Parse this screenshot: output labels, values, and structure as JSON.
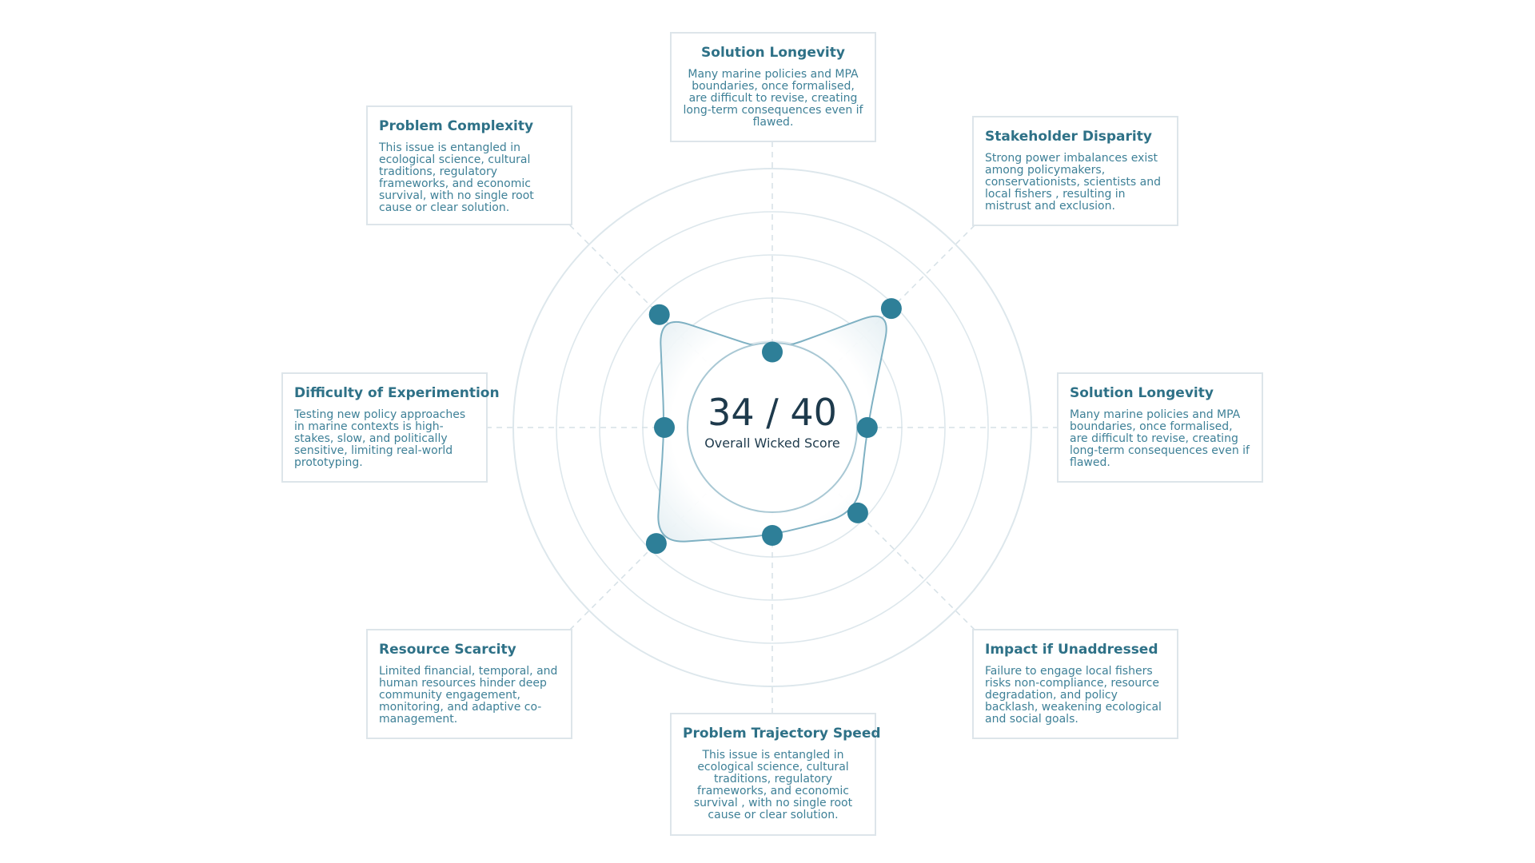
{
  "score": {
    "value": "34 / 40",
    "label": "Overall Wicked Score"
  },
  "colors": {
    "accent": "#2e7f98",
    "fill": "#c9dfe7",
    "ring": "#dde7ec",
    "title": "#2e7187",
    "text": "#3e8097",
    "score": "#1e3a4c"
  },
  "chart_data": {
    "type": "radar",
    "max": 4,
    "rings": 4,
    "grid": true,
    "axes": [
      {
        "title": "Solution Longevity",
        "text": "Many marine policies and MPA boundaries, once formalised, are difficult to revise, creating long-term consequences even if flawed.",
        "value": 1.75
      },
      {
        "title": "Stakeholder Disparity",
        "text": "Strong power imbalances exist among policymakers, conservationists, scientists and local fishers , resulting in mistrust and exclusion.",
        "value": 3.9
      },
      {
        "title": "Solution Longevity",
        "text": "Many marine policies and MPA boundaries, once formalised, are difficult to revise, creating long-term consequences even if flawed.",
        "value": 2.2
      },
      {
        "title": "Impact if Unaddressed",
        "text": "Failure to engage local fishers risks non-compliance, resource degradation, and policy backlash, weakening ecological and social goals.",
        "value": 2.8
      },
      {
        "title": "Problem Trajectory Speed",
        "text": "This issue is entangled in ecological science, cultural traditions, regulatory frameworks, and economic survival , with no single root cause or clear solution.",
        "value": 2.5
      },
      {
        "title": "Resource Scarcity",
        "text": "Limited financial, temporal, and human resources hinder deep community engagement, monitoring, and adaptive co-management.",
        "value": 3.8
      },
      {
        "title": "Difficulty of Experimention",
        "text": "Testing new policy approaches in marine contexts is high-stakes, slow, and politically sensitive, limiting real-world prototyping.",
        "value": 2.5
      },
      {
        "title": "Problem Complexity",
        "text": "This issue is entangled in ecological science, cultural traditions, regulatory frameworks, and economic survival,  with no single root cause or clear solution.",
        "value": 3.7
      }
    ]
  }
}
